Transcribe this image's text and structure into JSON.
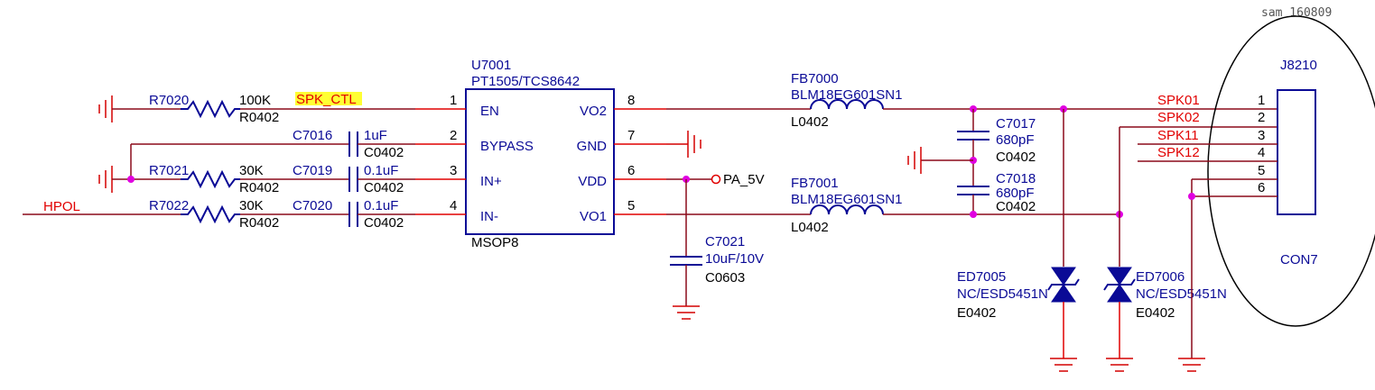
{
  "stamp": "sam 160809",
  "colors": {
    "wire": "#8b0a1a",
    "component": "#0a0a96",
    "net_label": "#e10000",
    "junction": "#e000e0",
    "highlight": "#ffff33"
  },
  "ic": {
    "ref": "U7001",
    "part": "PT1505/TCS8642",
    "package": "MSOP8",
    "pins_left": [
      {
        "num": "1",
        "name": "EN"
      },
      {
        "num": "2",
        "name": "BYPASS"
      },
      {
        "num": "3",
        "name": "IN+"
      },
      {
        "num": "4",
        "name": "IN-"
      }
    ],
    "pins_right": [
      {
        "num": "8",
        "name": "VO2"
      },
      {
        "num": "7",
        "name": "GND"
      },
      {
        "num": "6",
        "name": "VDD"
      },
      {
        "num": "5",
        "name": "VO1"
      }
    ]
  },
  "resistors": [
    {
      "ref": "R7020",
      "value": "100K",
      "footprint": "R0402"
    },
    {
      "ref": "R7021",
      "value": "30K",
      "footprint": "R0402"
    },
    {
      "ref": "R7022",
      "value": "30K",
      "footprint": "R0402"
    }
  ],
  "capacitors": [
    {
      "ref": "C7016",
      "value": "1uF",
      "footprint": "C0402"
    },
    {
      "ref": "C7019",
      "value": "0.1uF",
      "footprint": "C0402"
    },
    {
      "ref": "C7020",
      "value": "0.1uF",
      "footprint": "C0402"
    },
    {
      "ref": "C7021",
      "value": "10uF/10V",
      "footprint": "C0603"
    },
    {
      "ref": "C7017",
      "value": "680pF",
      "footprint": "C0402"
    },
    {
      "ref": "C7018",
      "value": "680pF",
      "footprint": "C0402"
    }
  ],
  "ferrites": [
    {
      "ref": "FB7000",
      "part": "BLM18EG601SN1",
      "footprint": "L0402"
    },
    {
      "ref": "FB7001",
      "part": "BLM18EG601SN1",
      "footprint": "L0402"
    }
  ],
  "esd": [
    {
      "ref": "ED7005",
      "part": "NC/ESD5451N",
      "footprint": "E0402"
    },
    {
      "ref": "ED7006",
      "part": "NC/ESD5451N",
      "footprint": "E0402"
    }
  ],
  "nets": {
    "spk_ctl": "SPK_CTL",
    "hpol": "HPOL",
    "pa_5v": "PA_5V"
  },
  "connector": {
    "ref": "J8210",
    "part": "CON7",
    "pins": [
      {
        "num": "1",
        "net": "SPK01"
      },
      {
        "num": "2",
        "net": "SPK02"
      },
      {
        "num": "3",
        "net": "SPK11"
      },
      {
        "num": "4",
        "net": "SPK12"
      },
      {
        "num": "5",
        "net": ""
      },
      {
        "num": "6",
        "net": ""
      }
    ]
  }
}
